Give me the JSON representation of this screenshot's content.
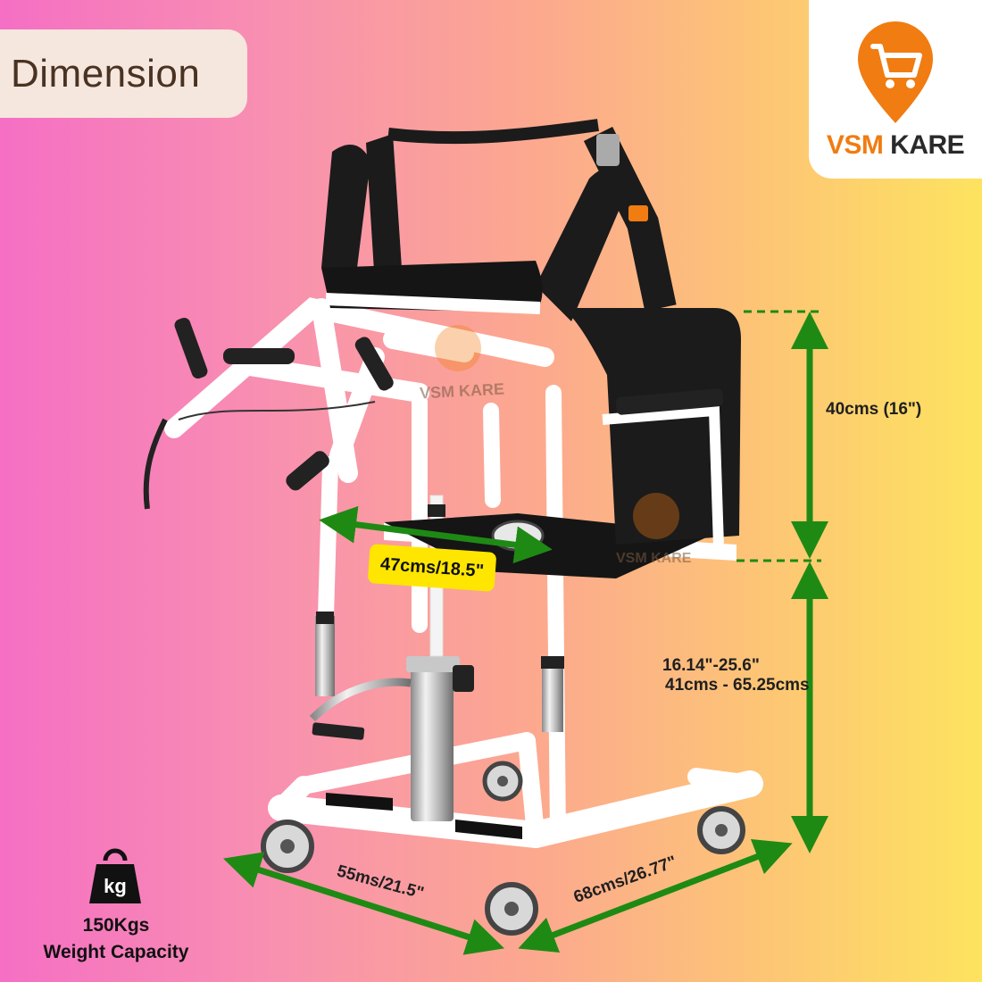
{
  "header": {
    "title": "Dimension"
  },
  "brand": {
    "name_part1": "VSM",
    "name_part2": "KARE",
    "watermark": "VSM KARE",
    "accent_color": "#f07c12"
  },
  "dimensions": {
    "width": "47cms/18.5\"",
    "back_height": "40cms (16\")",
    "seat_height_in": "16.14\"-25.6\"",
    "seat_height_cm": "41cms - 65.25cms",
    "base_width": "55ms/21.5\"",
    "base_length": "68cms/26.77\""
  },
  "capacity": {
    "icon_text": "kg",
    "value": "150Kgs",
    "label": "Weight Capacity"
  },
  "colors": {
    "arrow": "#1e8a14",
    "tag": "#ffe600"
  }
}
